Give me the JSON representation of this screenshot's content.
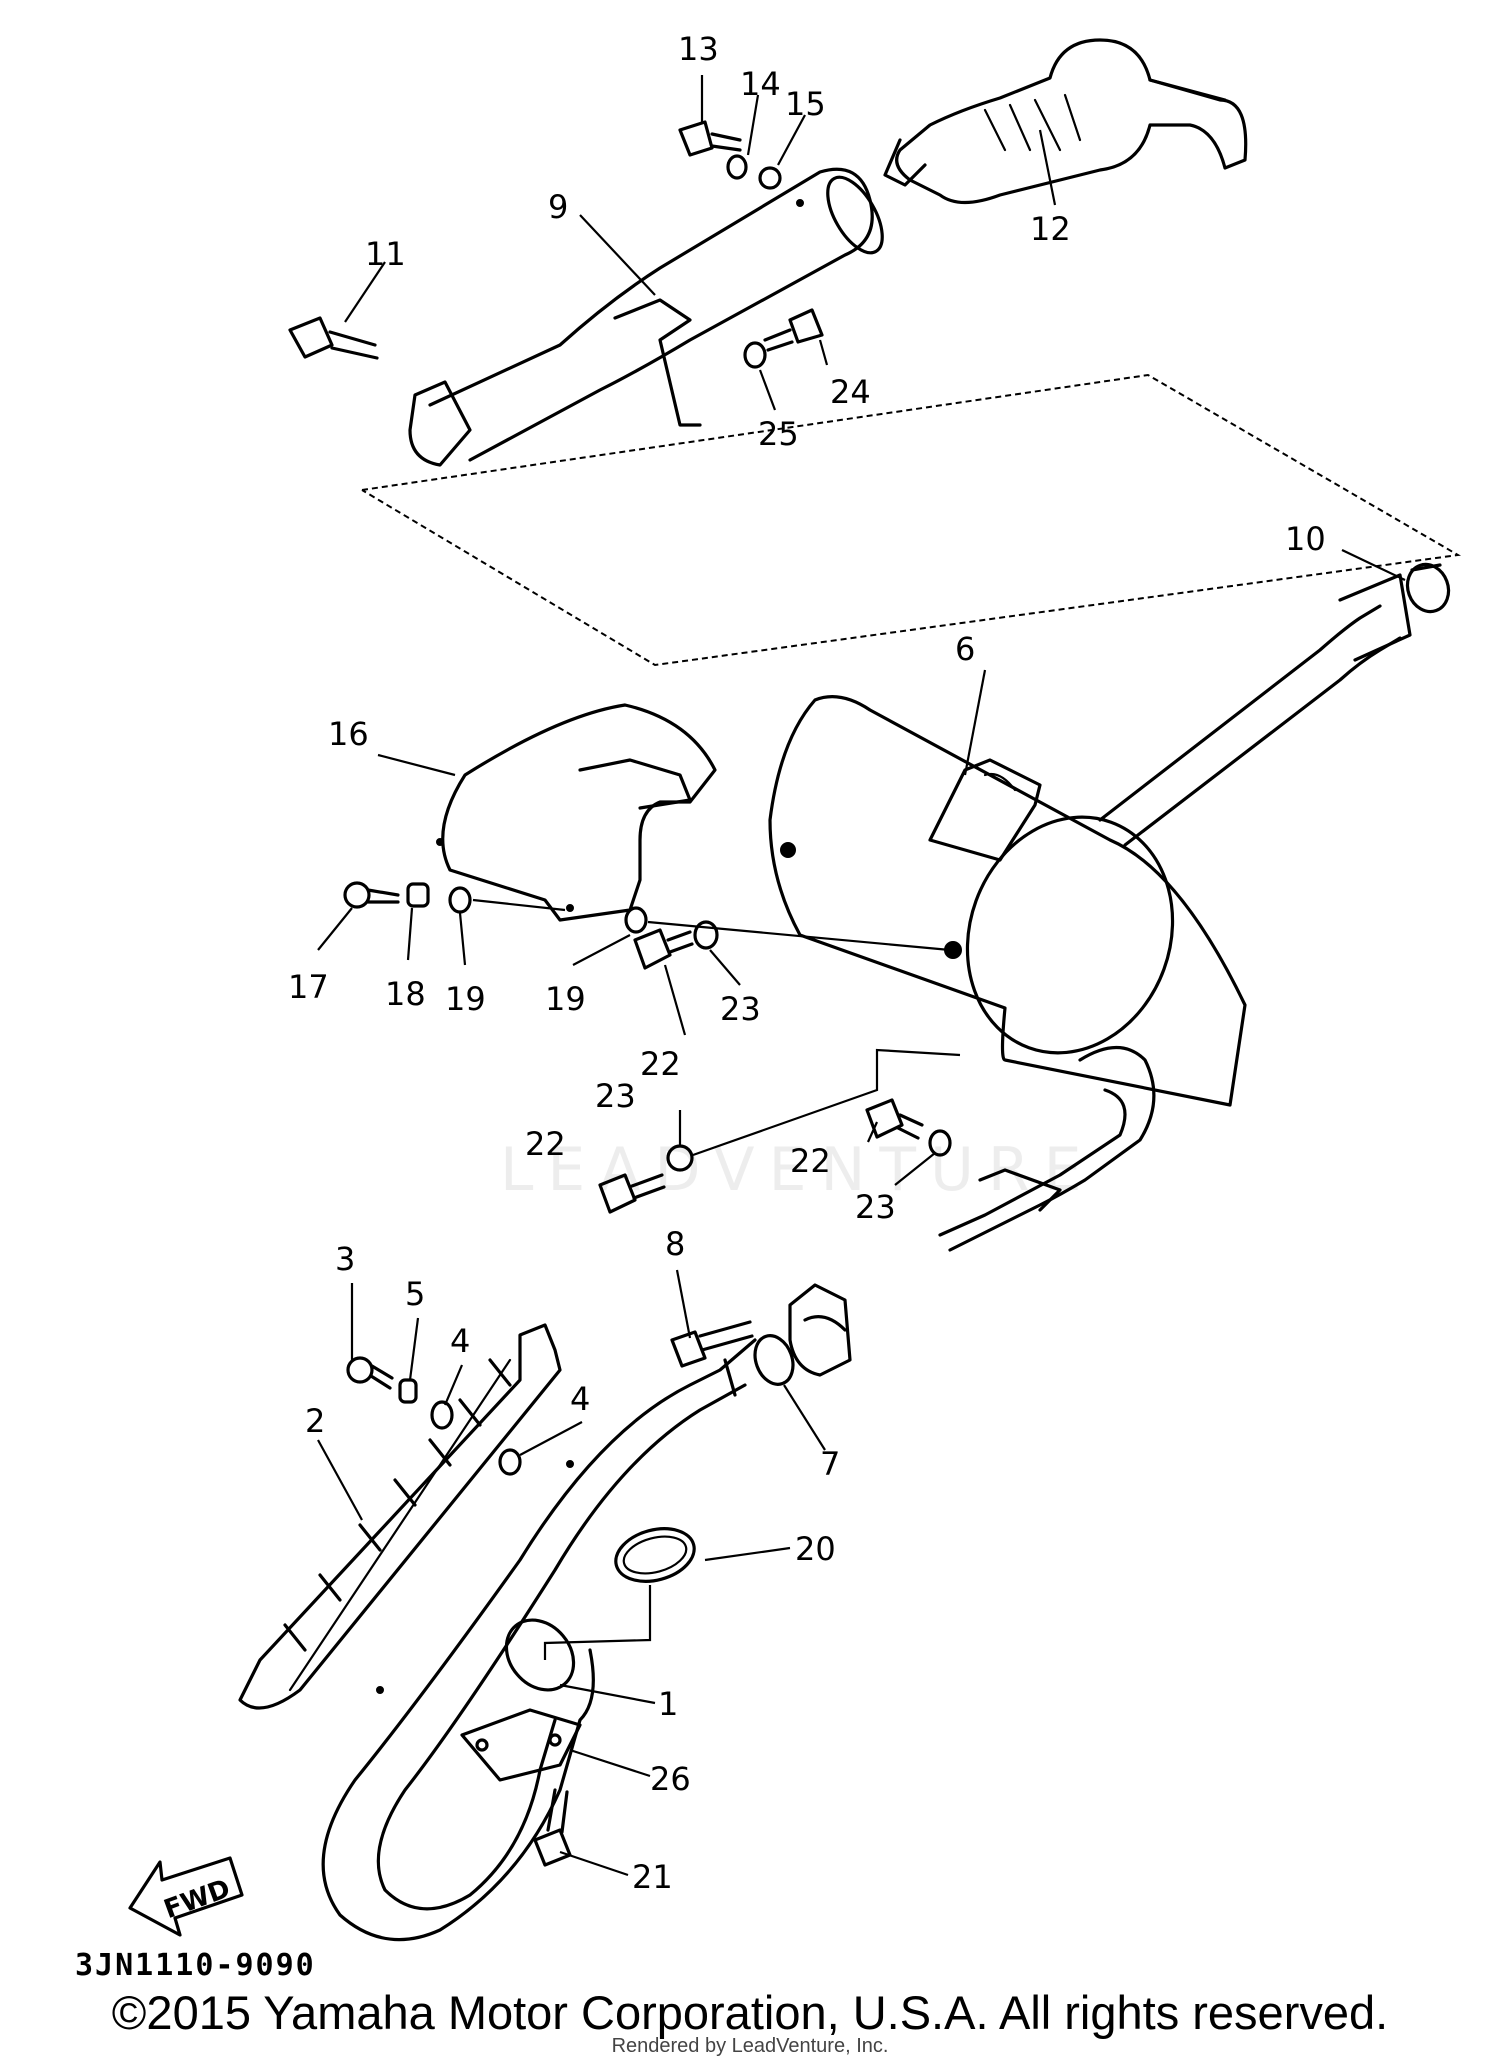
{
  "callouts": {
    "c1": "1",
    "c2": "2",
    "c3": "3",
    "c4a": "4",
    "c4b": "4",
    "c5": "5",
    "c6": "6",
    "c7": "7",
    "c8": "8",
    "c9": "9",
    "c10": "10",
    "c11": "11",
    "c12": "12",
    "c13": "13",
    "c14": "14",
    "c15": "15",
    "c16": "16",
    "c17": "17",
    "c18": "18",
    "c19a": "19",
    "c19b": "19",
    "c20": "20",
    "c21": "21",
    "c22a": "22",
    "c22b": "22",
    "c22c": "22",
    "c23a": "23",
    "c23b": "23",
    "c23c": "23",
    "c24": "24",
    "c25": "25",
    "c26": "26"
  },
  "fwd_label": "FWD",
  "diagram_code": "3JN1110-9090",
  "copyright": "©2015 Yamaha Motor Corporation, U.S.A. All rights reserved.",
  "rendered_by": "Rendered by LeadVenture, Inc.",
  "watermark": "LEADVENTURE"
}
